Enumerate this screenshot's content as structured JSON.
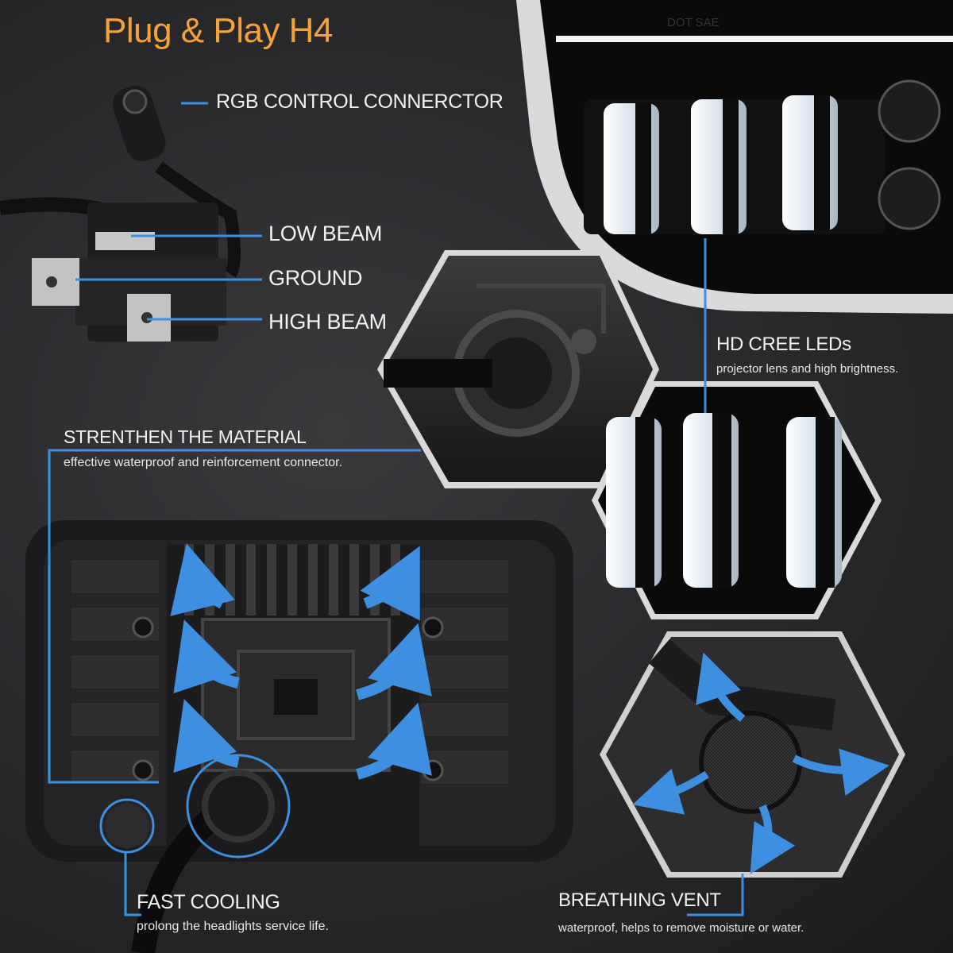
{
  "title": "Plug & Play H4",
  "connector": {
    "rgb_label": "RGB CONTROL CONNERCTOR",
    "low_beam_label": "LOW BEAM",
    "ground_label": "GROUND",
    "high_beam_label": "HIGH BEAM"
  },
  "leds": {
    "title": "HD CREE LEDs",
    "desc": "projector lens and high brightness."
  },
  "material": {
    "title": "STRENTHEN THE MATERIAL",
    "desc": "effective waterproof and reinforcement connector."
  },
  "cooling": {
    "title": "FAST COOLING",
    "desc": "prolong the headlights service life."
  },
  "vent": {
    "title": "BREATHING VENT",
    "desc": "waterproof, helps to remove moisture or water."
  },
  "lamp_marking": "DOT SAE",
  "colors": {
    "title": "#f6a23a",
    "accent": "#3f8fe0",
    "text": "#f2f2f2"
  }
}
